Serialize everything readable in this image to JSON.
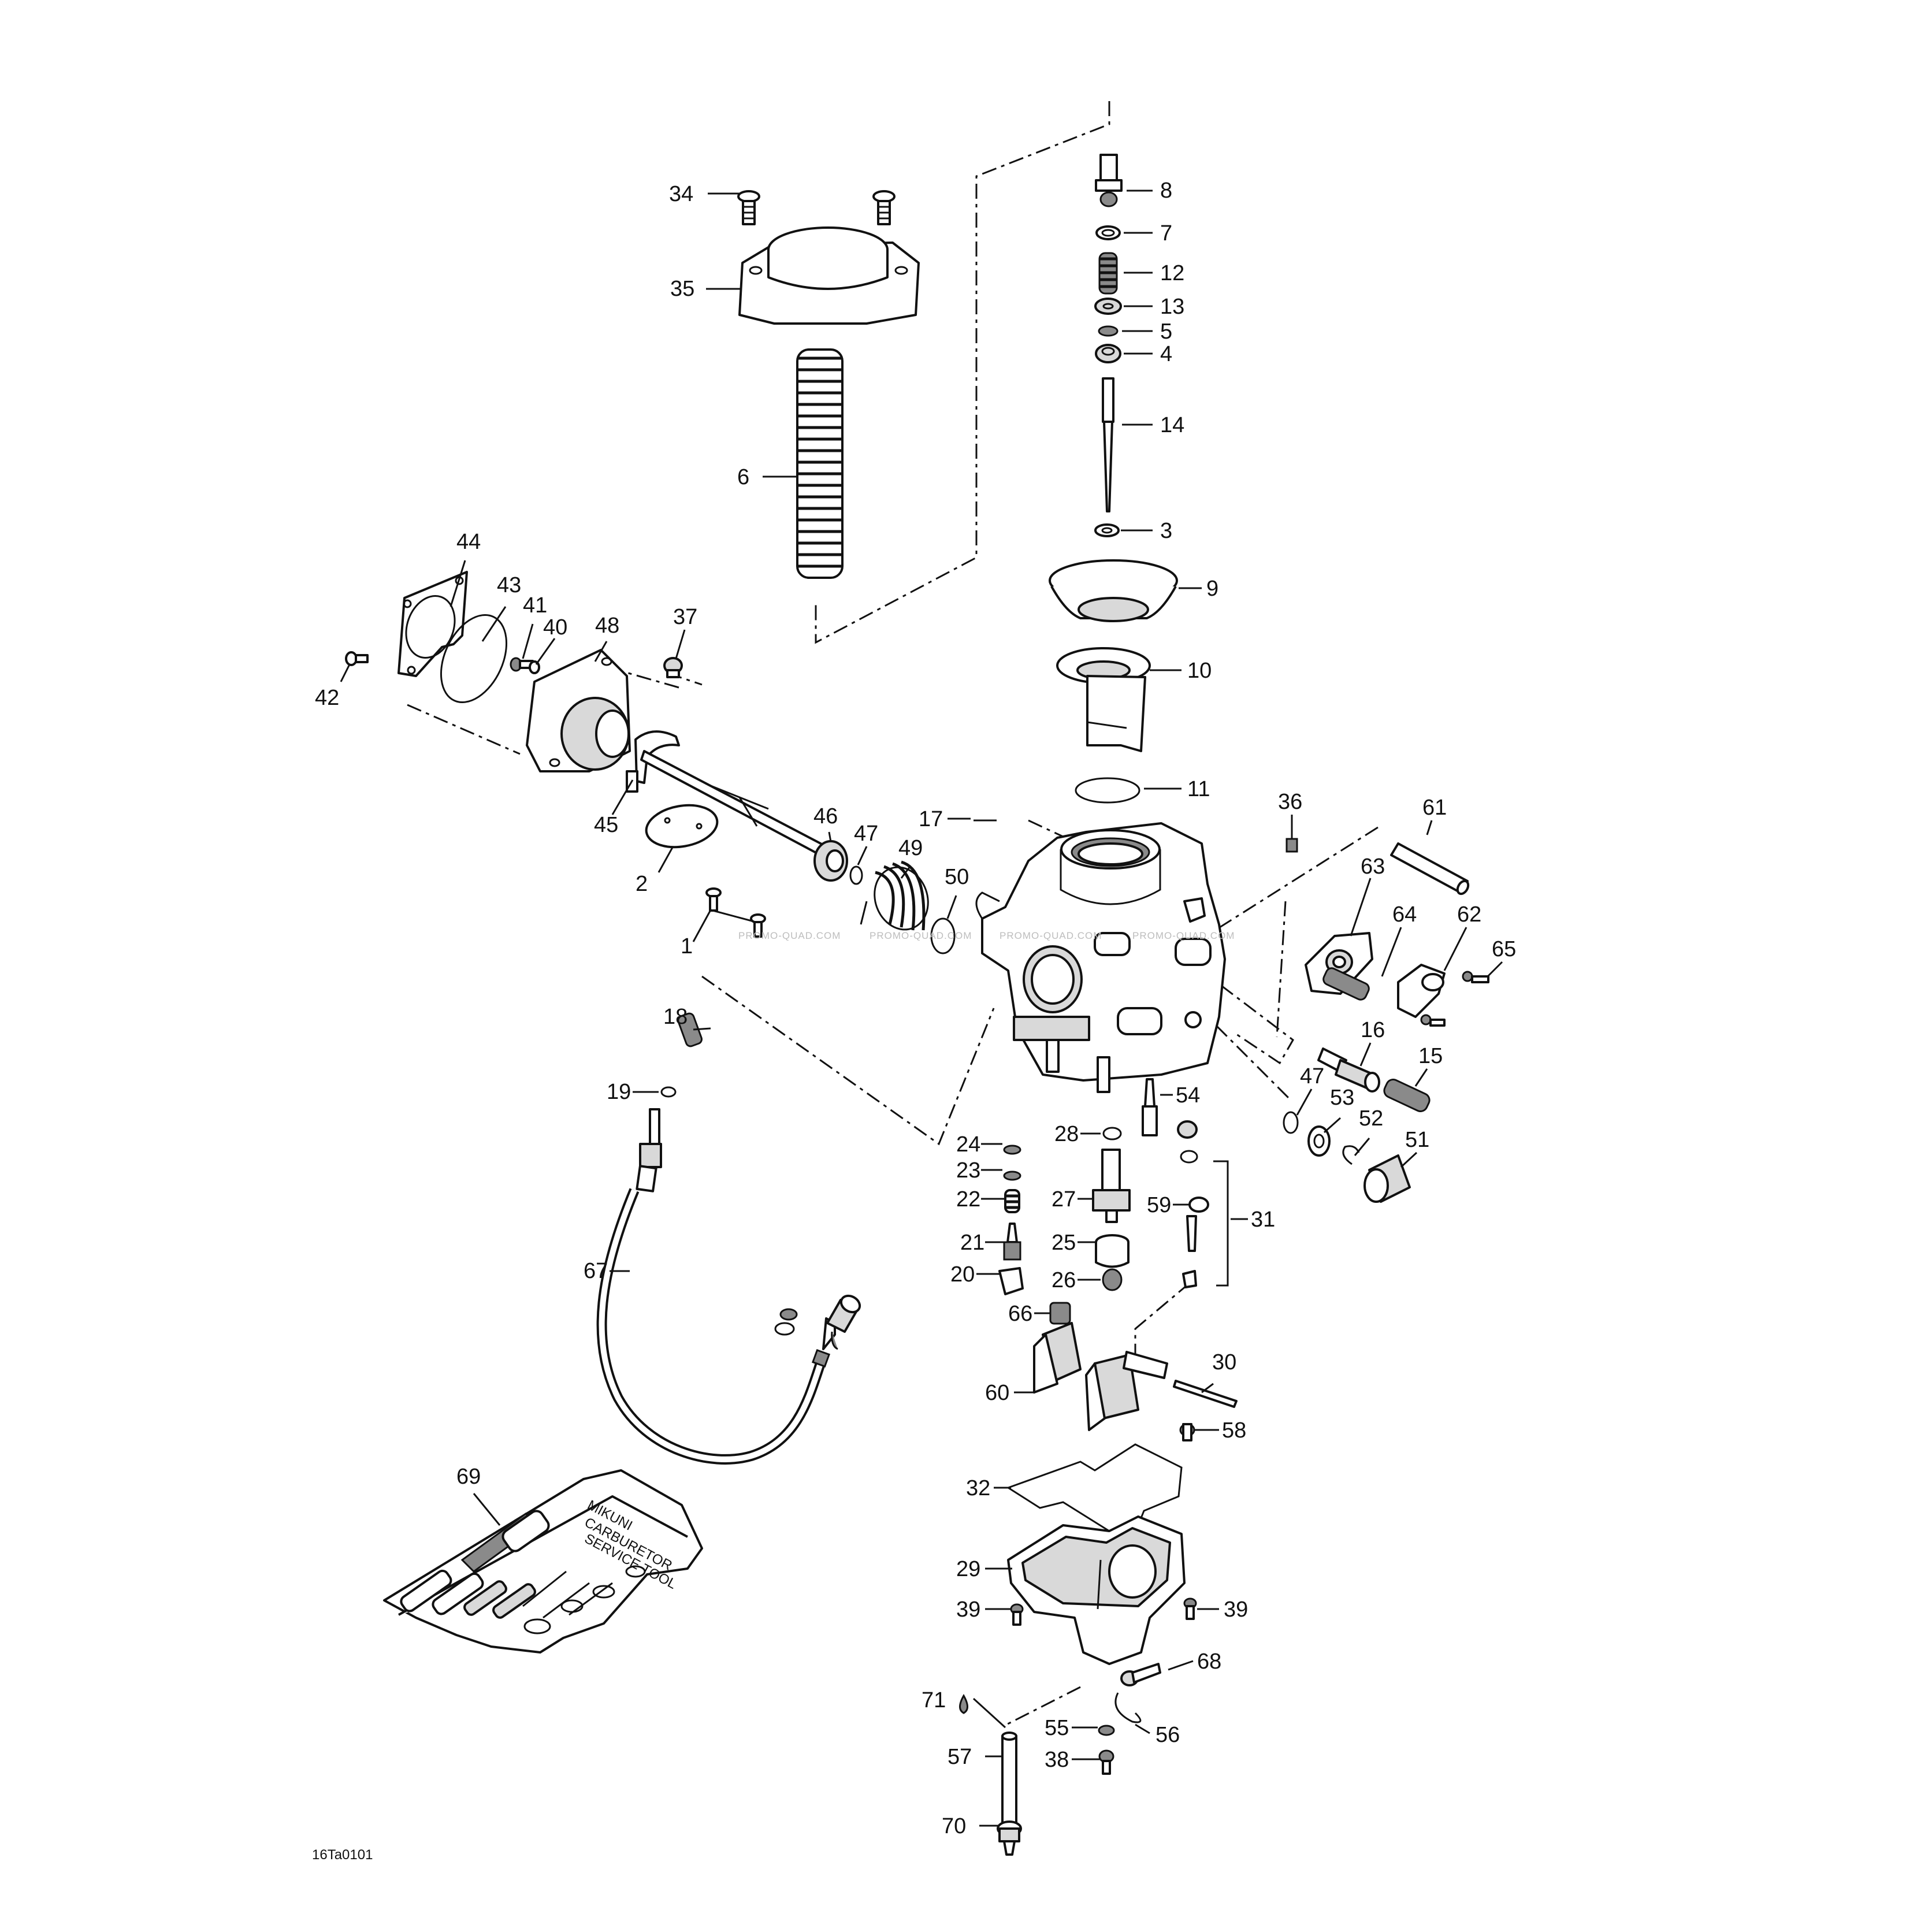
{
  "diagram_code": "16Ta0101",
  "watermark": [
    "PROMO-QUAD.COM",
    "PROMO-QUAD.COM",
    "PROMO-QUAD.COM",
    "PROMO-QUAD.COM"
  ],
  "callouts": {
    "c1": "1",
    "c2": "2",
    "c3": "3",
    "c4": "4",
    "c5": "5",
    "c6": "6",
    "c7": "7",
    "c8": "8",
    "c9": "9",
    "c10": "10",
    "c11": "11",
    "c12": "12",
    "c13": "13",
    "c14": "14",
    "c15": "15",
    "c16": "16",
    "c17": "17",
    "c18": "18",
    "c19": "19",
    "c20": "20",
    "c21": "21",
    "c22": "22",
    "c23": "23",
    "c24": "24",
    "c25": "25",
    "c26": "26",
    "c27": "27",
    "c28": "28",
    "c29": "29",
    "c30": "30",
    "c31": "31",
    "c32": "32",
    "c34": "34",
    "c35": "35",
    "c36": "36",
    "c37": "37",
    "c38": "38",
    "c39a": "39",
    "c39b": "39",
    "c40": "40",
    "c41": "41",
    "c42": "42",
    "c43": "43",
    "c44": "44",
    "c45": "45",
    "c46": "46",
    "c47a": "47",
    "c47b": "47",
    "c48": "48",
    "c49": "49",
    "c50": "50",
    "c51": "51",
    "c52": "52",
    "c53": "53",
    "c54": "54",
    "c55": "55",
    "c56": "56",
    "c57": "57",
    "c58": "58",
    "c59": "59",
    "c60": "60",
    "c61": "61",
    "c62": "62",
    "c63": "63",
    "c64": "64",
    "c65": "65",
    "c66": "66",
    "c67": "67",
    "c68": "68",
    "c69": "69",
    "c70": "70",
    "c71": "71"
  },
  "toolkit_text": [
    "MIKUNI",
    "CARBURETOR",
    "SERVICE TOOL"
  ]
}
